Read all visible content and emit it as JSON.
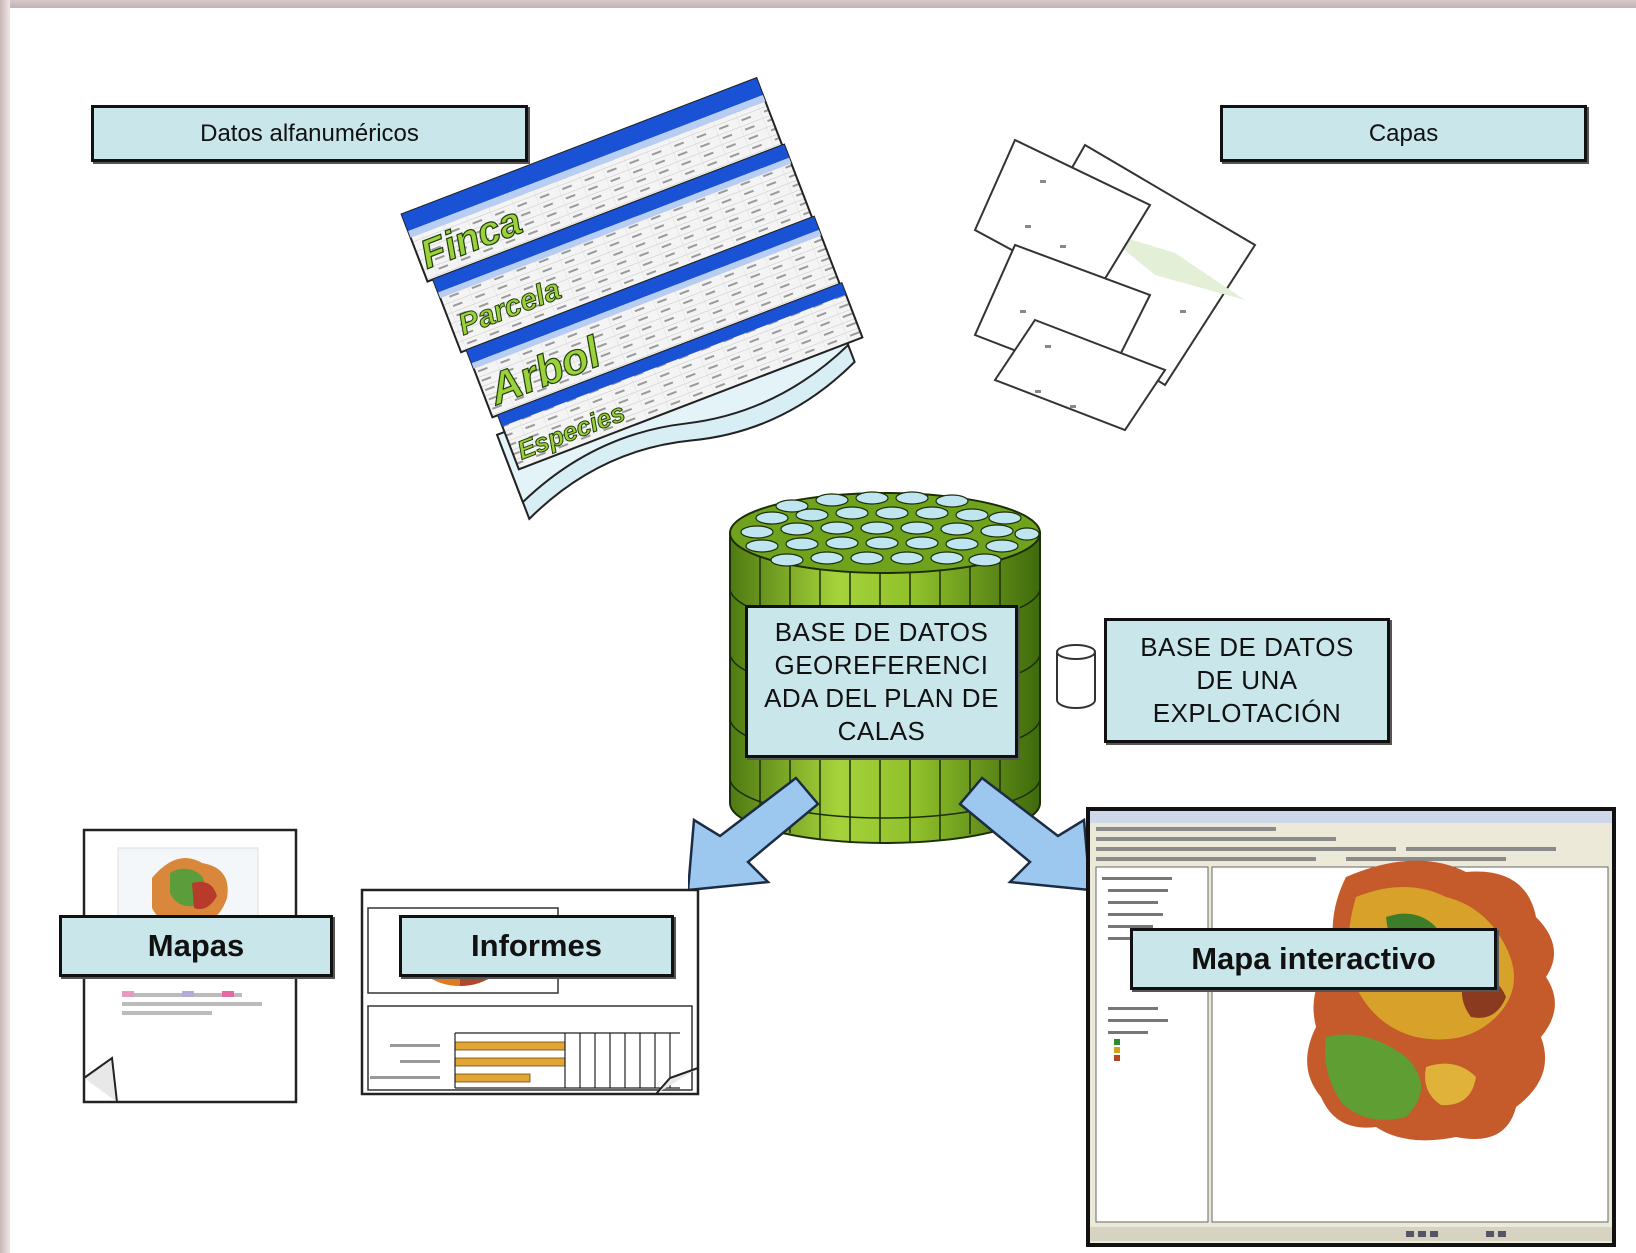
{
  "labels": {
    "datos_alfanumericos": "Datos alfanuméricos",
    "capas": "Capas",
    "base_datos_georef": "BASE DE DATOS GEOREFERENCI ADA DEL PLAN DE CALAS",
    "base_datos_explotacion": "BASE DE DATOS DE UNA EXPLOTACIÓN",
    "mapas": "Mapas",
    "informes": "Informes",
    "mapa_interactivo": "Mapa interactivo"
  },
  "tables": [
    {
      "name": "Finca"
    },
    {
      "name": "Parcela"
    },
    {
      "name": "Arbol"
    },
    {
      "name": "Especies"
    }
  ],
  "colors": {
    "label_fill": "#c9e6ea",
    "cylinder_green": "#8fbf2a",
    "arrow_blue": "#9cc8ef",
    "table_header_blue": "#1a52d6"
  },
  "icons": {
    "table_sheets": "stacked-tables-icon",
    "layers": "map-layers-icon",
    "database": "database-cylinder-icon",
    "small_database": "small-database-icon",
    "map_document": "map-document-icon",
    "report_document": "report-document-icon",
    "gis_window": "gis-application-icon"
  }
}
